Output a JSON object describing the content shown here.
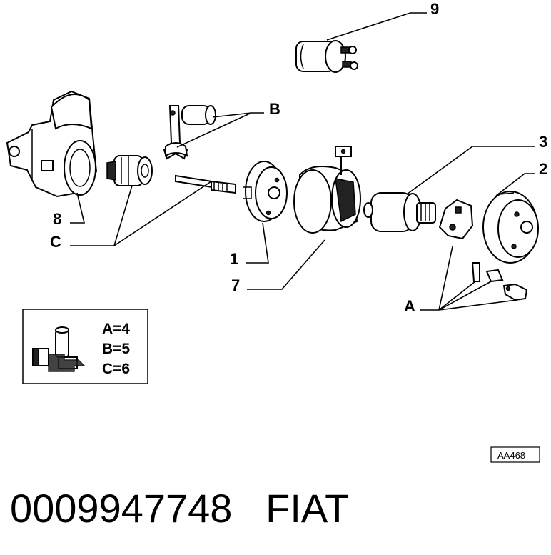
{
  "callouts": {
    "n9": "9",
    "B": "B",
    "n3": "3",
    "n2": "2",
    "n8": "8",
    "C": "C",
    "n1": "1",
    "n7": "7",
    "A": "A"
  },
  "legend": {
    "line1": "A=4",
    "line2": "B=5",
    "line3": "C=6"
  },
  "reference_code": "AA468",
  "footer": {
    "part_number": "0009947748",
    "brand": "FIAT"
  }
}
